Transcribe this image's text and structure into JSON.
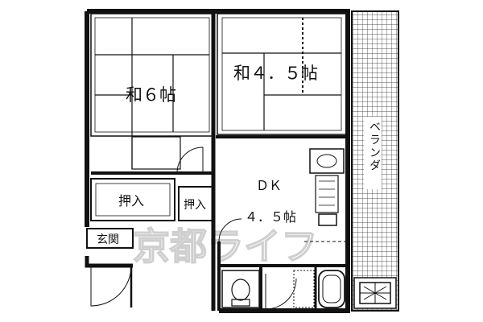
{
  "rooms": {
    "washitsu_6": "和６帖",
    "washitsu_45": "和４．５帖",
    "dk_top": "ＤＫ",
    "dk_bottom": "４．５帖",
    "closet_large": "押入",
    "closet_small": "押入",
    "entrance": "玄関",
    "balcony": "ベランダ"
  },
  "watermark": "京都ライフ"
}
